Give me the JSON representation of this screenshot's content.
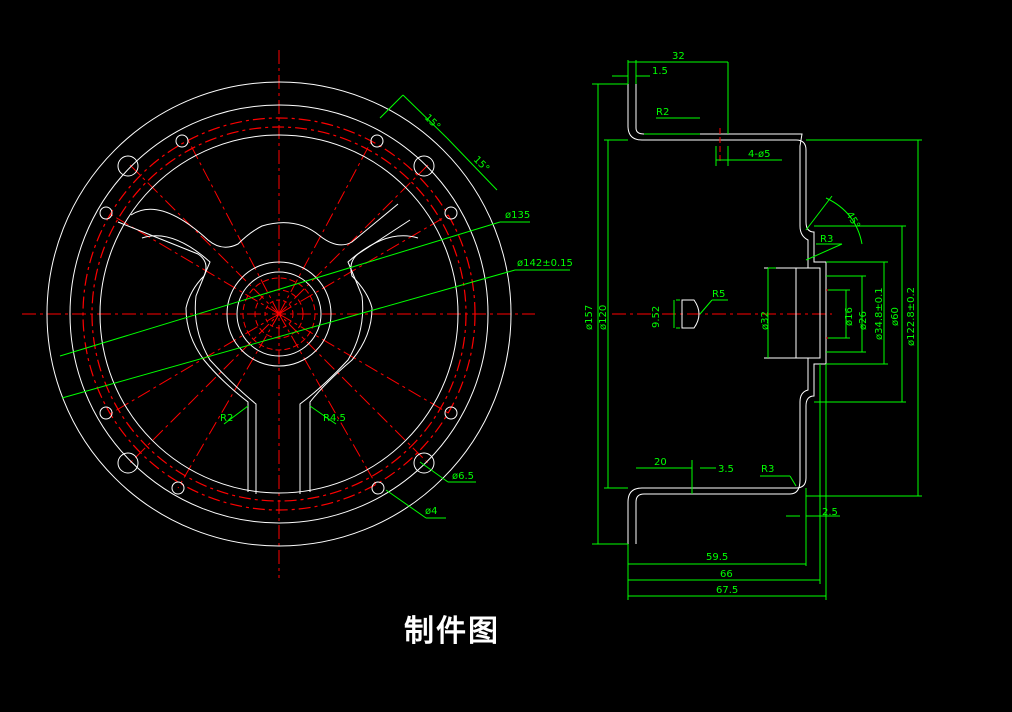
{
  "title": "制件图",
  "colors": {
    "background": "#000000",
    "outline": "#ffffff",
    "centerline": "#ff0000",
    "dimension": "#00ff00"
  },
  "front_view_labels": {
    "angle_1": "15°",
    "angle_2": "15°",
    "dia_135": "ø135",
    "dia_142": "ø142±0.15",
    "r2": "R2",
    "r45": "R4.5",
    "dia_65": "ø6.5",
    "dia_4": "ø4"
  },
  "side_view_labels": {
    "d32_top": "32",
    "d15_top": "1.5",
    "r2": "R2",
    "holes": "4-ø5",
    "angle_45": "45°",
    "r3_top": "R3",
    "r5": "R5",
    "d952": "9.52",
    "dia_32": "ø32",
    "dia_157": "ø157",
    "dia_120": "ø120",
    "dia_16": "ø16",
    "dia_26": "ø26",
    "dia_348": "ø34.8±0.1",
    "dia_60": "ø60",
    "dia_1228": "ø122.8±0.2",
    "d20": "20",
    "d35": "3.5",
    "r3_bottom": "R3",
    "d25": "2.5",
    "d595": "59.5",
    "d66": "66",
    "d675": "67.5"
  }
}
